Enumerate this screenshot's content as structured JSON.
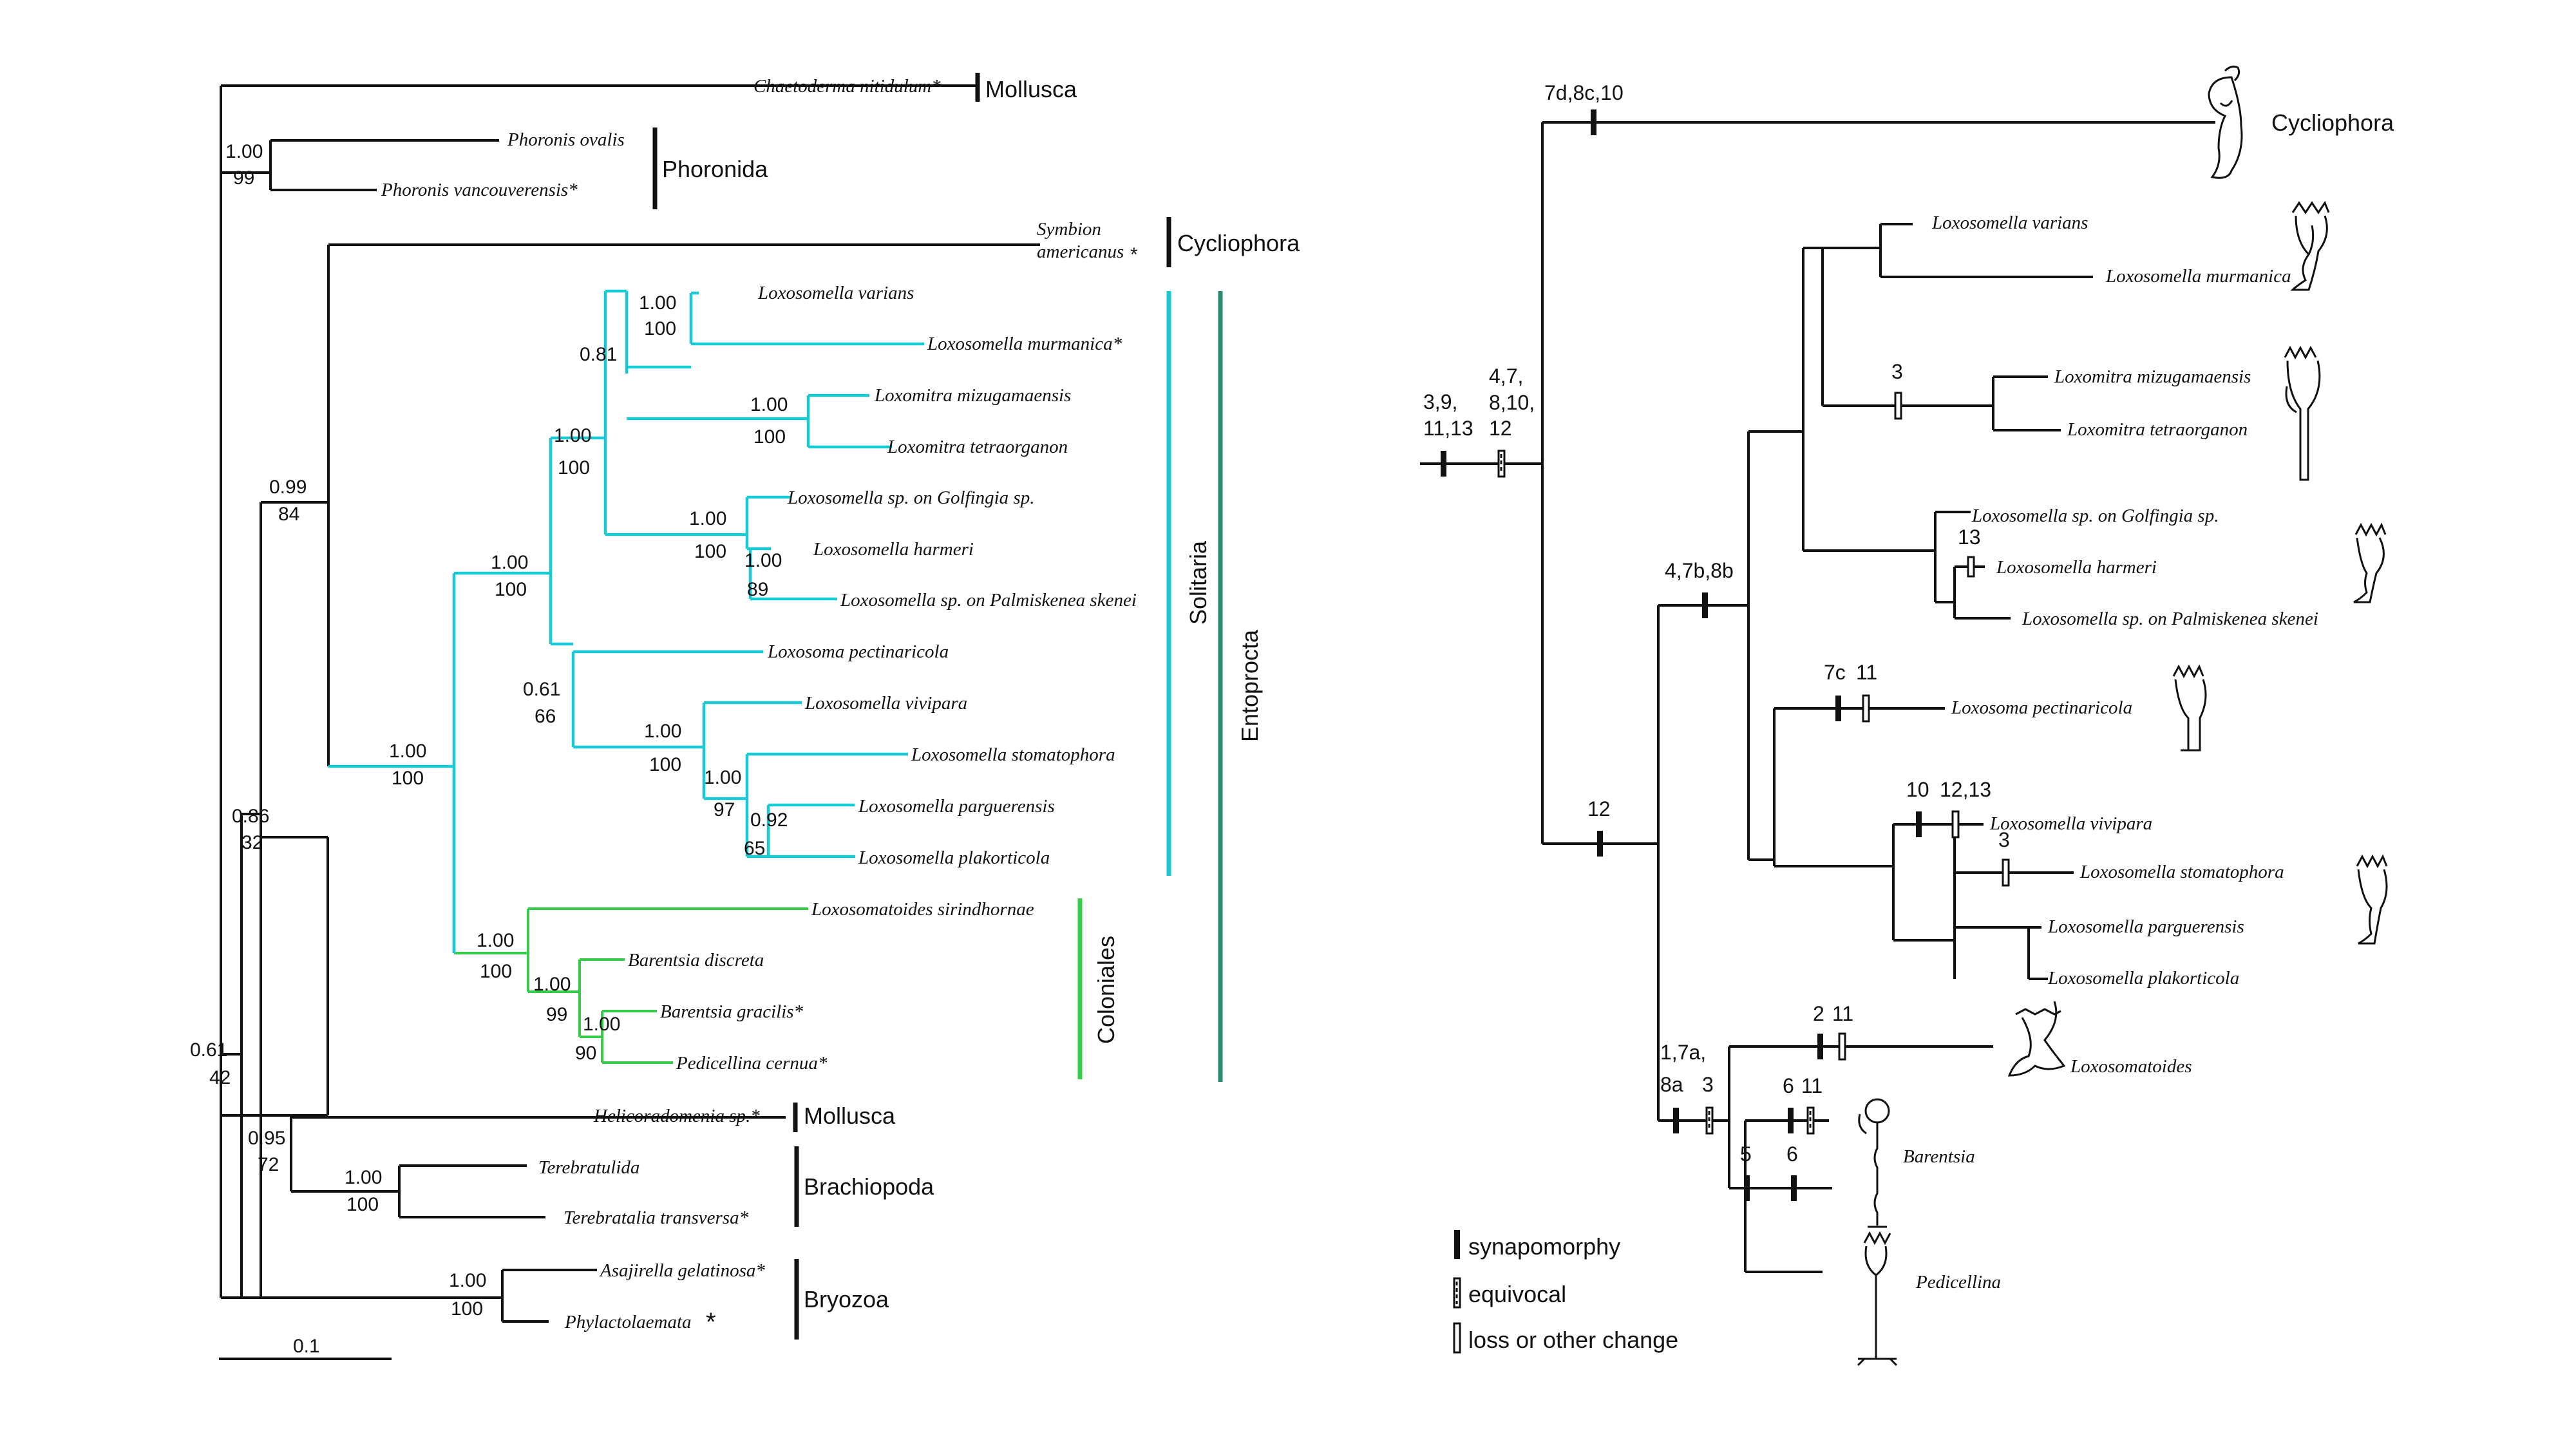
{
  "left_tree": {
    "taxa": {
      "chaetoderma": "Chaetoderma nitidulum*",
      "phoronis_ovalis": "Phoronis ovalis",
      "phoronis_vanc": "Phoronis vancouverensis*",
      "symbion_1": "Symbion",
      "symbion_2": "americanus",
      "symbion_star": "*",
      "lox_varians": "Loxosomella varians",
      "lox_murmanica": "Loxosomella murmanica*",
      "loxomitra_miz": "Loxomitra mizugamaensis",
      "loxomitra_tet": "Loxomitra tetraorganon",
      "lox_golf": "Loxosomella sp. on Golfingia sp.",
      "lox_harmeri": "Loxosomella harmeri",
      "lox_palm": "Loxosomella sp. on Palmiskenea skenei",
      "loxosoma_pect": "Loxosoma pectinaricola",
      "lox_vivipara": "Loxosomella vivipara",
      "lox_stomato": "Loxosomella stomatophora",
      "lox_parguer": "Loxosomella parguerensis",
      "lox_plakort": "Loxosomella plakorticola",
      "loxosomatoides": "Loxosomatoides sirindhornae",
      "barentsia_disc": "Barentsia discreta",
      "barentsia_grac": "Barentsia gracilis*",
      "pedicellina": "Pedicellina cernua*",
      "helicoradomenia": "Helicoradomenia sp.*",
      "terebratulida": "Terebratulida",
      "terebratalia": "Terebratalia transversa*",
      "asajirella": "Asajirella gelatinosa*",
      "phylactolaemata": "Phylactolaemata",
      "phylact_star": "*"
    },
    "groups": {
      "mollusca_1": "Mollusca",
      "phoronida": "Phoronida",
      "cycliophora": "Cycliophora",
      "solitaria": "Solitaria",
      "entoprocta": "Entoprocta",
      "coloniales": "Coloniales",
      "mollusca_2": "Mollusca",
      "brachiopoda": "Brachiopoda",
      "bryozoa": "Bryozoa"
    },
    "support": {
      "phoronida_pp": "1.00",
      "phoronida_bs": "99",
      "ento_cyc_pp": "0.99",
      "ento_cyc_bs": "84",
      "ento_pp": "1.00",
      "ento_bs": "100",
      "sol_pp": "1.00",
      "sol_bs": "100",
      "sol_a_pp": "1.00",
      "sol_a_bs": "100",
      "var_mur_pp": "1.00",
      "var_mur_bs": "100",
      "var_lxm_pp": "0.81",
      "lxm_pp": "1.00",
      "lxm_bs": "100",
      "golf_pp": "1.00",
      "golf_bs": "100",
      "harm_pp": "1.00",
      "harm_bs": "89",
      "sol_b_pp": "0.61",
      "sol_b_bs": "66",
      "viv_pp": "1.00",
      "viv_bs": "100",
      "stom_pp": "1.00",
      "stom_bs": "97",
      "parg_pp": "0.92",
      "parg_bs": "65",
      "col_pp": "1.00",
      "col_bs": "100",
      "bar_pp": "1.00",
      "bar_bs": "99",
      "grac_pp": "1.00",
      "grac_bs": "90",
      "n86_pp": "0.86",
      "n86_bs": "32",
      "n95_pp": "0.95",
      "n95_bs": "72",
      "tere_pp": "1.00",
      "tere_bs": "100",
      "bryo_pp": "1.00",
      "bryo_bs": "100",
      "root_pp": "0.61",
      "root_bs": "42"
    },
    "scale_label": "0.1"
  },
  "right_tree": {
    "taxa": {
      "cycliophora": "Cycliophora",
      "lox_varians": "Loxosomella varians",
      "lox_murmanica": "Loxosomella murmanica",
      "loxomitra_miz": "Loxomitra mizugamaensis",
      "loxomitra_tet": "Loxomitra tetraorganon",
      "lox_golf": "Loxosomella sp. on Golfingia sp.",
      "lox_harmeri": "Loxosomella harmeri",
      "lox_palm": "Loxosomella sp. on Palmiskenea skenei",
      "loxosoma_pect": "Loxosoma pectinaricola",
      "lox_vivipara": "Loxosomella vivipara",
      "lox_stomato": "Loxosomella stomatophora",
      "lox_parguer": "Loxosomella parguerensis",
      "lox_plakort": "Loxosomella plakorticola",
      "loxosomatoides": "Loxosomatoides",
      "barentsia": "Barentsia",
      "pedicellina": "Pedicellina"
    },
    "characters": {
      "cyc": "7d,8c,10",
      "root_a1": "3,9,",
      "root_a2": "11,13",
      "root_b1": "4,7,",
      "root_b2": "8,10,",
      "root_b3": "12",
      "ento": "12",
      "sol": "4,7b,8b",
      "lxm": "3",
      "harm": "13",
      "pect_a": "7c",
      "pect_b": "11",
      "viv_a": "10",
      "viv_b": "12,13",
      "stom": "3",
      "col_a1": "1,7a,",
      "col_a2": "8a",
      "col_b": "3",
      "lxd_a": "2",
      "lxd_b": "11",
      "bar_a": "6",
      "bar_b": "11",
      "bp": "5",
      "ped": "6"
    },
    "legend": {
      "synapomorphy": "synapomorphy",
      "equivocal": "equivocal",
      "loss": "loss or other change"
    }
  },
  "colors": {
    "solitaria": "#19c9d4",
    "coloniales": "#36cc4a",
    "entoprocta_bar": "#2e8b6e",
    "lines": "#111111"
  },
  "icons": [
    "cycliophoran-drawing",
    "loxosomella-drawing",
    "loxomitra-drawing",
    "loxosomatoides-drawing",
    "barentsia-drawing",
    "pedicellina-drawing"
  ]
}
